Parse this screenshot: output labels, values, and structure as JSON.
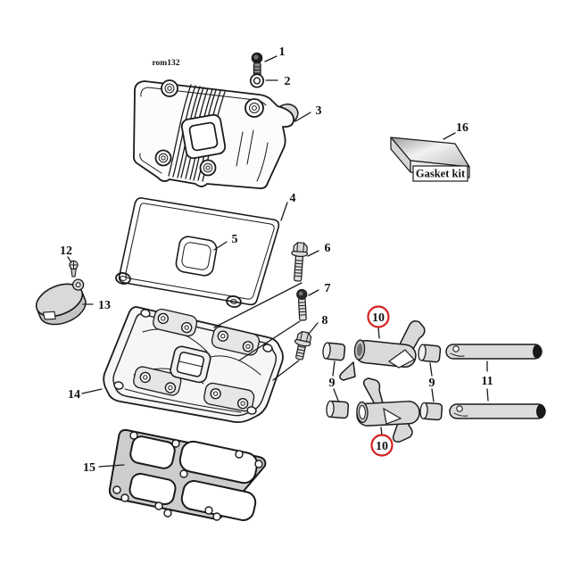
{
  "diagram": {
    "code": "rom132",
    "labels": {
      "n1": "1",
      "n2": "2",
      "n3": "3",
      "n4": "4",
      "n5": "5",
      "n6": "6",
      "n7": "7",
      "n8": "8",
      "n9": "9",
      "n10": "10",
      "n11": "11",
      "n12": "12",
      "n13": "13",
      "n14": "14",
      "n15": "15",
      "n16": "16"
    },
    "gasket_kit": {
      "label": "Gasket kit"
    },
    "highlighted_callouts": [
      "10"
    ],
    "colors": {
      "ink": "#1a1a1a",
      "part_fill_gray": "#d9d9d9",
      "highlight_red": "#d42020",
      "background": "#ffffff"
    }
  }
}
